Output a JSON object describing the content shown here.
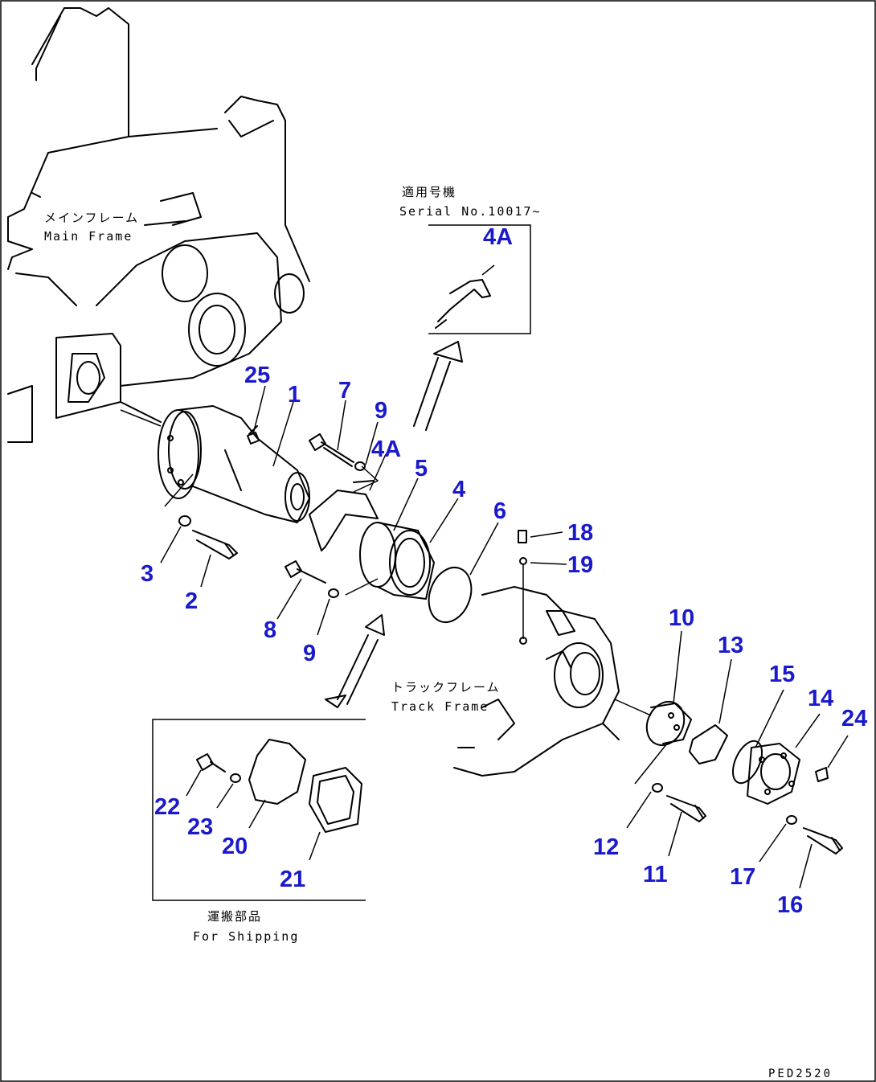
{
  "labels": {
    "main_frame_jp": "メインフレーム",
    "main_frame_en": "Main Frame",
    "track_frame_jp": "トラックフレーム",
    "track_frame_en": "Track Frame",
    "serial_jp": "適用号機",
    "serial_en": "Serial No.10017~",
    "shipping_jp": "運搬部品",
    "shipping_en": "For Shipping",
    "drawing_code": "PED2520"
  },
  "callouts": {
    "c1": "1",
    "c2": "2",
    "c3": "3",
    "c4": "4",
    "c4a_box": "4A",
    "c4a": "4A",
    "c5": "5",
    "c6": "6",
    "c7": "7",
    "c8": "8",
    "c9a": "9",
    "c9b": "9",
    "c10": "10",
    "c11": "11",
    "c12": "12",
    "c13": "13",
    "c14": "14",
    "c15": "15",
    "c16": "16",
    "c17": "17",
    "c18": "18",
    "c19": "19",
    "c20": "20",
    "c21": "21",
    "c22": "22",
    "c23": "23",
    "c24": "24",
    "c25": "25"
  }
}
